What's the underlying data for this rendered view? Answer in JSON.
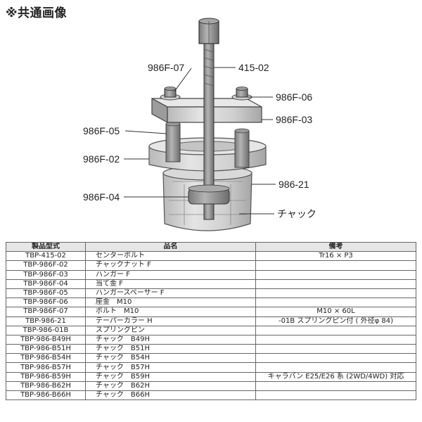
{
  "heading": "※共通画像",
  "diagram": {
    "labels": {
      "p415": "415-02",
      "f07": "986F-07",
      "f06": "986F-06",
      "f03": "986F-03",
      "f05": "986F-05",
      "f02": "986F-02",
      "p21": "986-21",
      "f04": "986F-04",
      "chuck": "チャック"
    }
  },
  "table": {
    "headers": [
      "製品型式",
      "品名",
      "備考"
    ],
    "rows": [
      [
        "TBP-415-02",
        "センターボルト",
        "Tr16 × P3"
      ],
      [
        "TBP-986F-02",
        "チャックナット F",
        ""
      ],
      [
        "TBP-986F-03",
        "ハンガー F",
        ""
      ],
      [
        "TBP-986F-04",
        "当て金 F",
        ""
      ],
      [
        "TBP-986F-05",
        "ハンガースペーサー F",
        ""
      ],
      [
        "TBP-986F-06",
        "座金　M10",
        ""
      ],
      [
        "TBP-986F-07",
        "ボルト　M10",
        "M10 × 60L"
      ],
      [
        "TBP-986-21",
        "テーパーカラー H",
        "-01B スプリングピン付 ( 外径φ 84)"
      ],
      [
        "TBP-986-01B",
        "スプリングピン",
        ""
      ],
      [
        "TBP-986-B49H",
        "チャック　B49H",
        ""
      ],
      [
        "TBP-986-B51H",
        "チャック　B51H",
        ""
      ],
      [
        "TBP-986-B54H",
        "チャック　B54H",
        ""
      ],
      [
        "TBP-986-B57H",
        "チャック　B57H",
        ""
      ],
      [
        "TBP-986-B59H",
        "チャック　B59H",
        "キャラバン E25/E26 系 (2WD/4WD) 対応"
      ],
      [
        "TBP-986-B62H",
        "チャック　B62H",
        ""
      ],
      [
        "TBP-986-B66H",
        "チャック　B66H",
        ""
      ]
    ]
  }
}
